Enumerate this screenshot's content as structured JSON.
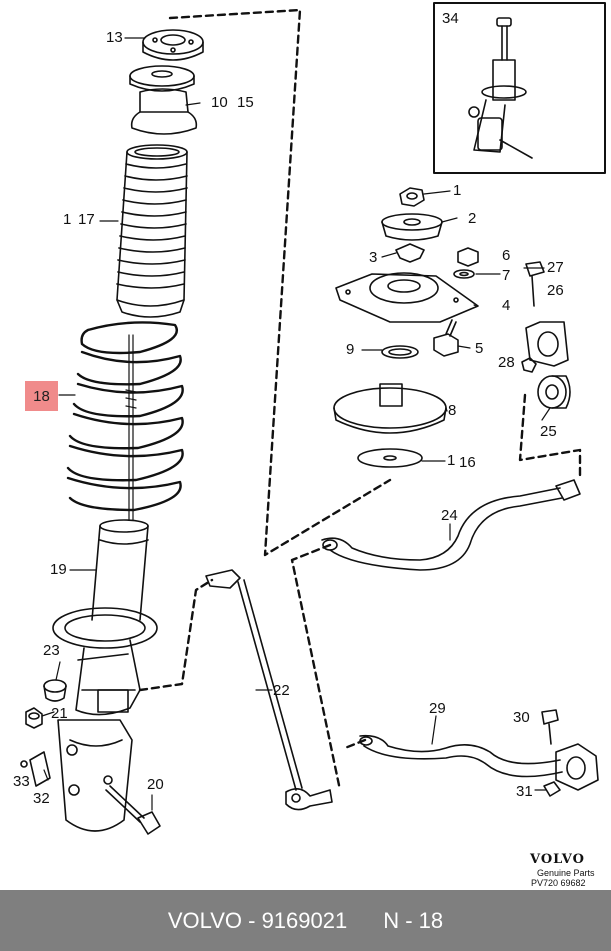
{
  "callouts": {
    "c13": "13",
    "c10": "10",
    "c15": "15",
    "c1a": "1",
    "c17": "17",
    "c18": "18",
    "c19": "19",
    "c23": "23",
    "c21": "21",
    "c33": "33",
    "c32": "32",
    "c20": "20",
    "c22": "22",
    "c34": "34",
    "c1": "1",
    "c2": "2",
    "c3": "3",
    "c6": "6",
    "c7": "7",
    "c4": "4",
    "c27": "27",
    "c26": "26",
    "c9": "9",
    "c5": "5",
    "c28": "28",
    "c8": "8",
    "c25": "25",
    "c1b": "1",
    "c16": "16",
    "c24": "24",
    "c29": "29",
    "c30": "30",
    "c31": "31"
  },
  "brand": {
    "name": "VOLVO",
    "subtitle": "Genuine Parts",
    "code": "PV720 69682"
  },
  "footer": {
    "part_label": "VOLVO - 9169021",
    "ref_label": "N - 18"
  }
}
